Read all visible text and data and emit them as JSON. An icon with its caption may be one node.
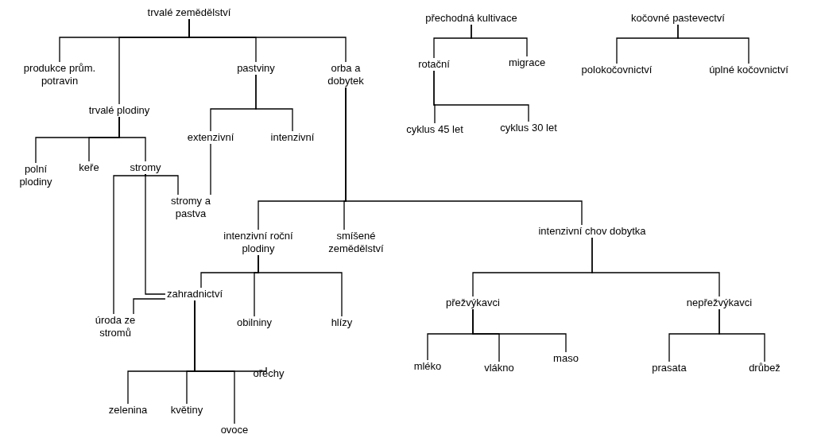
{
  "diagram": {
    "nodes": [
      {
        "text": [
          "trvalé zemědělství"
        ]
      },
      {
        "text": [
          "produkce prům. potravin"
        ]
      },
      {
        "text": [
          "trvalé plodiny"
        ]
      },
      {
        "text": [
          "pastviny"
        ]
      },
      {
        "text": [
          "orba a dobytek"
        ]
      },
      {
        "text": [
          "extenzivní"
        ]
      },
      {
        "text": [
          "intenzivní"
        ]
      },
      {
        "text": [
          "polní plodiny"
        ]
      },
      {
        "text": [
          "keře"
        ]
      },
      {
        "text": [
          "stromy"
        ]
      },
      {
        "text": [
          "stromy a pastva"
        ]
      },
      {
        "text": [
          "intenzivní roční plodiny"
        ]
      },
      {
        "text": [
          "smíšené zemědělství"
        ]
      },
      {
        "text": [
          "intenzivní chov dobytka"
        ]
      },
      {
        "text": [
          "zahradnictví"
        ]
      },
      {
        "text": [
          "úroda ze stromů"
        ]
      },
      {
        "text": [
          "obilniny"
        ]
      },
      {
        "text": [
          "hlízy"
        ]
      },
      {
        "text": [
          "zelenina"
        ]
      },
      {
        "text": [
          "květiny"
        ]
      },
      {
        "text": [
          "ovoce"
        ]
      },
      {
        "text": [
          "ořechy"
        ]
      },
      {
        "text": [
          "přežvýkavci"
        ]
      },
      {
        "text": [
          "nepřežvýkavci"
        ]
      },
      {
        "text": [
          "mléko"
        ]
      },
      {
        "text": [
          "vlákno"
        ]
      },
      {
        "text": [
          "maso"
        ]
      },
      {
        "text": [
          "prasata"
        ]
      },
      {
        "text": [
          "drůbež"
        ]
      },
      {
        "text": [
          "přechodná kultivace"
        ]
      },
      {
        "text": [
          "rotační"
        ]
      },
      {
        "text": [
          "migrace"
        ]
      },
      {
        "text": [
          "cyklus 45 let"
        ]
      },
      {
        "text": [
          "cyklus 30 let"
        ]
      },
      {
        "text": [
          "kočovné pastevectví"
        ]
      },
      {
        "text": [
          "polokočovnictví"
        ]
      },
      {
        "text": [
          "úplné kočovnictví"
        ]
      }
    ],
    "edges": [
      {
        "from": 0,
        "to": 1,
        "arrow": "none"
      },
      {
        "from": 0,
        "to": 2,
        "arrow": "none"
      },
      {
        "from": 0,
        "to": 3,
        "arrow": "none"
      },
      {
        "from": 0,
        "to": 4,
        "arrow": "none"
      },
      {
        "from": 3,
        "to": 5,
        "arrow": "none"
      },
      {
        "from": 3,
        "to": 6,
        "arrow": "none"
      },
      {
        "from": 2,
        "to": 7,
        "arrow": "none"
      },
      {
        "from": 2,
        "to": 8,
        "arrow": "none"
      },
      {
        "from": 2,
        "to": 9,
        "arrow": "none"
      },
      {
        "from": 9,
        "to": 15,
        "arrow": "none"
      },
      {
        "from": 9,
        "to": 14,
        "arrow": "none"
      },
      {
        "from": 9,
        "to": 10,
        "arrow": "none"
      },
      {
        "from": 5,
        "to": 10,
        "arrow": "none"
      },
      {
        "from": 4,
        "to": 11,
        "arrow": "none"
      },
      {
        "from": 4,
        "to": 12,
        "arrow": "none"
      },
      {
        "from": 4,
        "to": 13,
        "arrow": "none"
      },
      {
        "from": 11,
        "to": 14,
        "arrow": "none"
      },
      {
        "from": 11,
        "to": 16,
        "arrow": "none"
      },
      {
        "from": 11,
        "to": 17,
        "arrow": "none"
      },
      {
        "from": 14,
        "to": 15,
        "arrow": "none"
      },
      {
        "from": 14,
        "to": 18,
        "arrow": "none"
      },
      {
        "from": 14,
        "to": 19,
        "arrow": "none"
      },
      {
        "from": 14,
        "to": 20,
        "arrow": "none"
      },
      {
        "from": 14,
        "to": 21,
        "arrow": "none"
      },
      {
        "from": 13,
        "to": 22,
        "arrow": "none"
      },
      {
        "from": 13,
        "to": 23,
        "arrow": "none"
      },
      {
        "from": 22,
        "to": 24,
        "arrow": "none"
      },
      {
        "from": 22,
        "to": 25,
        "arrow": "none"
      },
      {
        "from": 22,
        "to": 26,
        "arrow": "none"
      },
      {
        "from": 23,
        "to": 27,
        "arrow": "none"
      },
      {
        "from": 23,
        "to": 28,
        "arrow": "none"
      },
      {
        "from": 29,
        "to": 30,
        "arrow": "none"
      },
      {
        "from": 29,
        "to": 31,
        "arrow": "none"
      },
      {
        "from": 30,
        "to": 32,
        "arrow": "none"
      },
      {
        "from": 30,
        "to": 33,
        "arrow": "none"
      },
      {
        "from": 34,
        "to": 35,
        "arrow": "none"
      },
      {
        "from": 34,
        "to": 36,
        "arrow": "none"
      }
    ]
  }
}
